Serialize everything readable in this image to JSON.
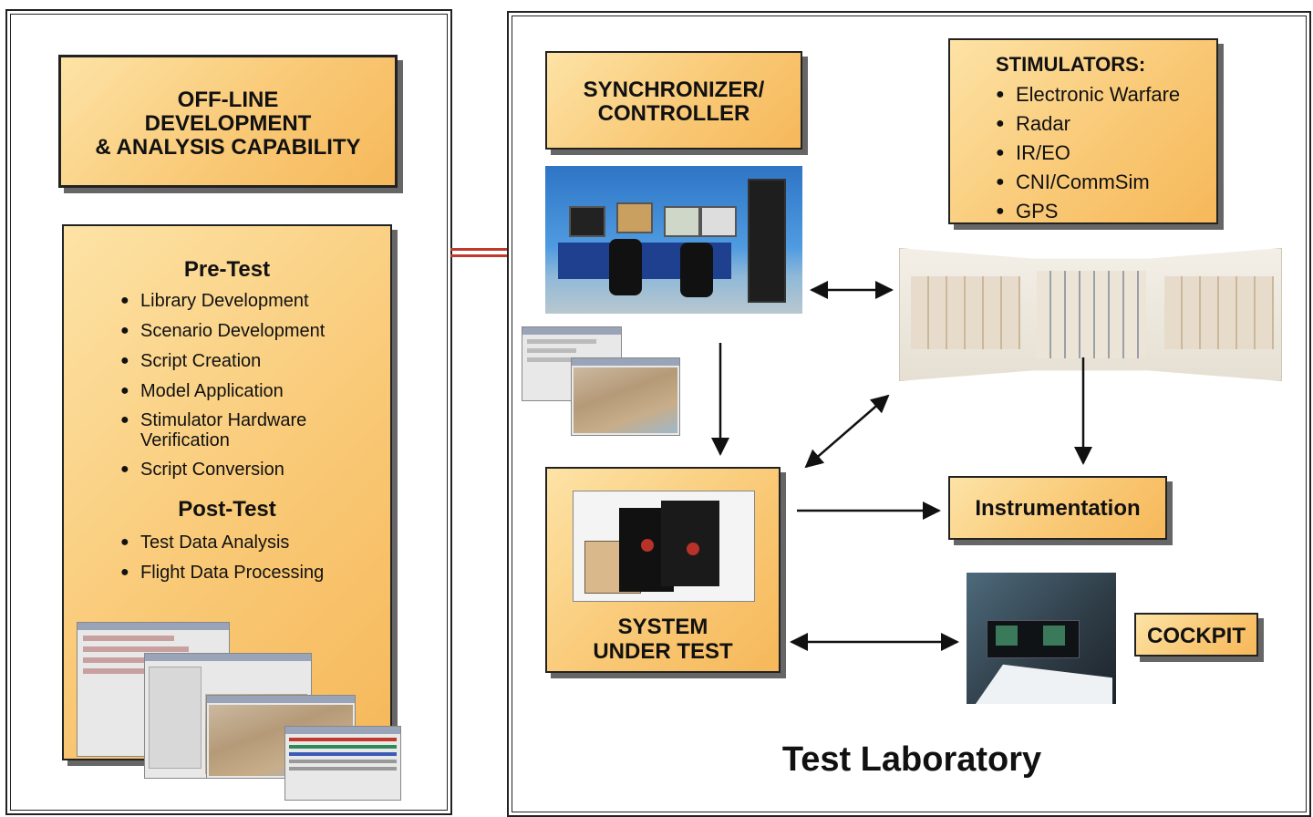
{
  "left_panel": {
    "header": [
      "OFF-LINE",
      "DEVELOPMENT",
      "& ANALYSIS CAPABILITY"
    ],
    "pre_test_title": "Pre-Test",
    "pre_test_items": [
      "Library Development",
      "Scenario Development",
      "Script Creation",
      "Model Application",
      "Stimulator Hardware Verification",
      "Script Conversion"
    ],
    "post_test_title": "Post-Test",
    "post_test_items": [
      "Test Data Analysis",
      "Flight Data Processing"
    ]
  },
  "right_panel": {
    "synchronizer": [
      "SYNCHRONIZER/",
      "CONTROLLER"
    ],
    "stimulators_title": "STIMULATORS:",
    "stimulators_items": [
      "Electronic Warfare",
      "Radar",
      "IR/EO",
      "CNI/CommSim",
      "GPS"
    ],
    "system_under_test": [
      "SYSTEM",
      "UNDER TEST"
    ],
    "instrumentation": "Instrumentation",
    "cockpit": "COCKPIT",
    "lab_title": "Test Laboratory"
  },
  "colors": {
    "box_fill": "#f9c976",
    "connector": "#c0392b",
    "border": "#222222"
  }
}
